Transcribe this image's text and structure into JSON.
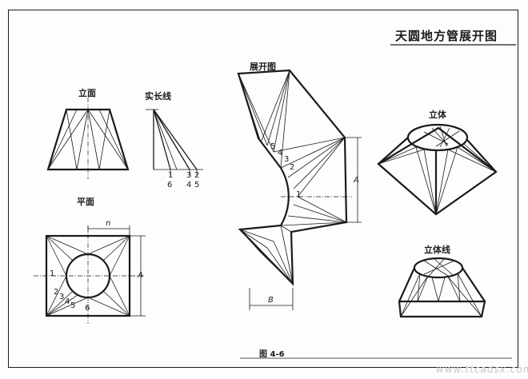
{
  "title": "天圆地方管展开图",
  "views": {
    "elevation": "立面",
    "true_length": "实长线",
    "plan": "平面",
    "development": "展开图",
    "solid": "立体",
    "solid_lines": "立体线"
  },
  "true_length_numbers": {
    "n1": "1",
    "n6": "6",
    "n3": "3",
    "n4": "4",
    "n2": "2",
    "n5": "5"
  },
  "plan_numbers": {
    "n1": "1",
    "n2": "2",
    "n3": "3",
    "n4": "4",
    "n5": "5",
    "n6": "6"
  },
  "plan_dims": {
    "top_n": "n",
    "right_a": "A"
  },
  "development_numbers": {
    "n5": "5",
    "n4": "4",
    "n3": "3",
    "n2": "2",
    "n1": "1"
  },
  "development_dims": {
    "right_a": "A",
    "bottom_b": "B"
  },
  "figure_caption": "图 4-6",
  "watermark": "www.ttcadsx.com"
}
